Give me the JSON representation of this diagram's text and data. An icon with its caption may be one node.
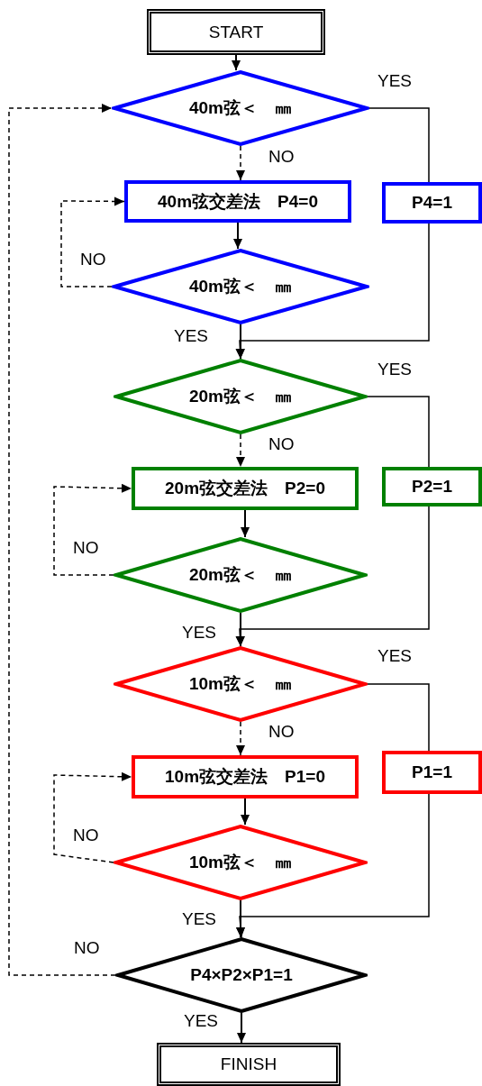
{
  "diagram": {
    "nodes": [
      {
        "text": [
          "START"
        ]
      },
      {
        "text": [
          "40m弦＜　㎜"
        ]
      },
      {
        "text": [
          "40m弦交差法　P4=0"
        ]
      },
      {
        "text": [
          "40m弦＜　㎜"
        ]
      },
      {
        "text": [
          "P4=1"
        ]
      },
      {
        "text": [
          "20m弦＜　㎜"
        ]
      },
      {
        "text": [
          "20m弦交差法　P2=0"
        ]
      },
      {
        "text": [
          "20m弦＜　㎜"
        ]
      },
      {
        "text": [
          "P2=1"
        ]
      },
      {
        "text": [
          "10m弦＜　㎜"
        ]
      },
      {
        "text": [
          "10m弦交差法　P1=0"
        ]
      },
      {
        "text": [
          "10m弦＜　㎜"
        ]
      },
      {
        "text": [
          "P1=1"
        ]
      },
      {
        "text": [
          "P4×P2×P1=1"
        ]
      },
      {
        "text": [
          "FINISH"
        ]
      }
    ],
    "edges": [
      {
        "from": 0,
        "to": 1,
        "arrow": "to"
      },
      {
        "from": 1,
        "to": 2,
        "arrow": "to",
        "label": "NO",
        "style": "dashed"
      },
      {
        "from": 2,
        "to": 3,
        "arrow": "to"
      },
      {
        "from": 3,
        "to": 2,
        "arrow": "to",
        "label": "NO",
        "style": "dashed"
      },
      {
        "from": 1,
        "to": 4,
        "arrow": "none",
        "label": "YES"
      },
      {
        "from": 4,
        "to": 5,
        "arrow": "to"
      },
      {
        "from": 3,
        "to": 5,
        "arrow": "to",
        "label": "YES"
      },
      {
        "from": 5,
        "to": 6,
        "arrow": "to",
        "label": "NO",
        "style": "dashed"
      },
      {
        "from": 6,
        "to": 7,
        "arrow": "to"
      },
      {
        "from": 7,
        "to": 6,
        "arrow": "to",
        "label": "NO",
        "style": "dashed"
      },
      {
        "from": 5,
        "to": 8,
        "arrow": "none",
        "label": "YES"
      },
      {
        "from": 8,
        "to": 9,
        "arrow": "to"
      },
      {
        "from": 7,
        "to": 9,
        "arrow": "to",
        "label": "YES"
      },
      {
        "from": 9,
        "to": 10,
        "arrow": "to",
        "label": "NO",
        "style": "dashed"
      },
      {
        "from": 10,
        "to": 11,
        "arrow": "to"
      },
      {
        "from": 11,
        "to": 10,
        "arrow": "to",
        "label": "NO",
        "style": "dashed"
      },
      {
        "from": 9,
        "to": 12,
        "arrow": "none",
        "label": "YES"
      },
      {
        "from": 12,
        "to": 13,
        "arrow": "to"
      },
      {
        "from": 11,
        "to": 13,
        "arrow": "to",
        "label": "YES"
      },
      {
        "from": 13,
        "to": 1,
        "arrow": "to",
        "label": "NO",
        "style": "dashed"
      },
      {
        "from": 13,
        "to": 14,
        "arrow": "to",
        "label": "YES"
      }
    ]
  }
}
